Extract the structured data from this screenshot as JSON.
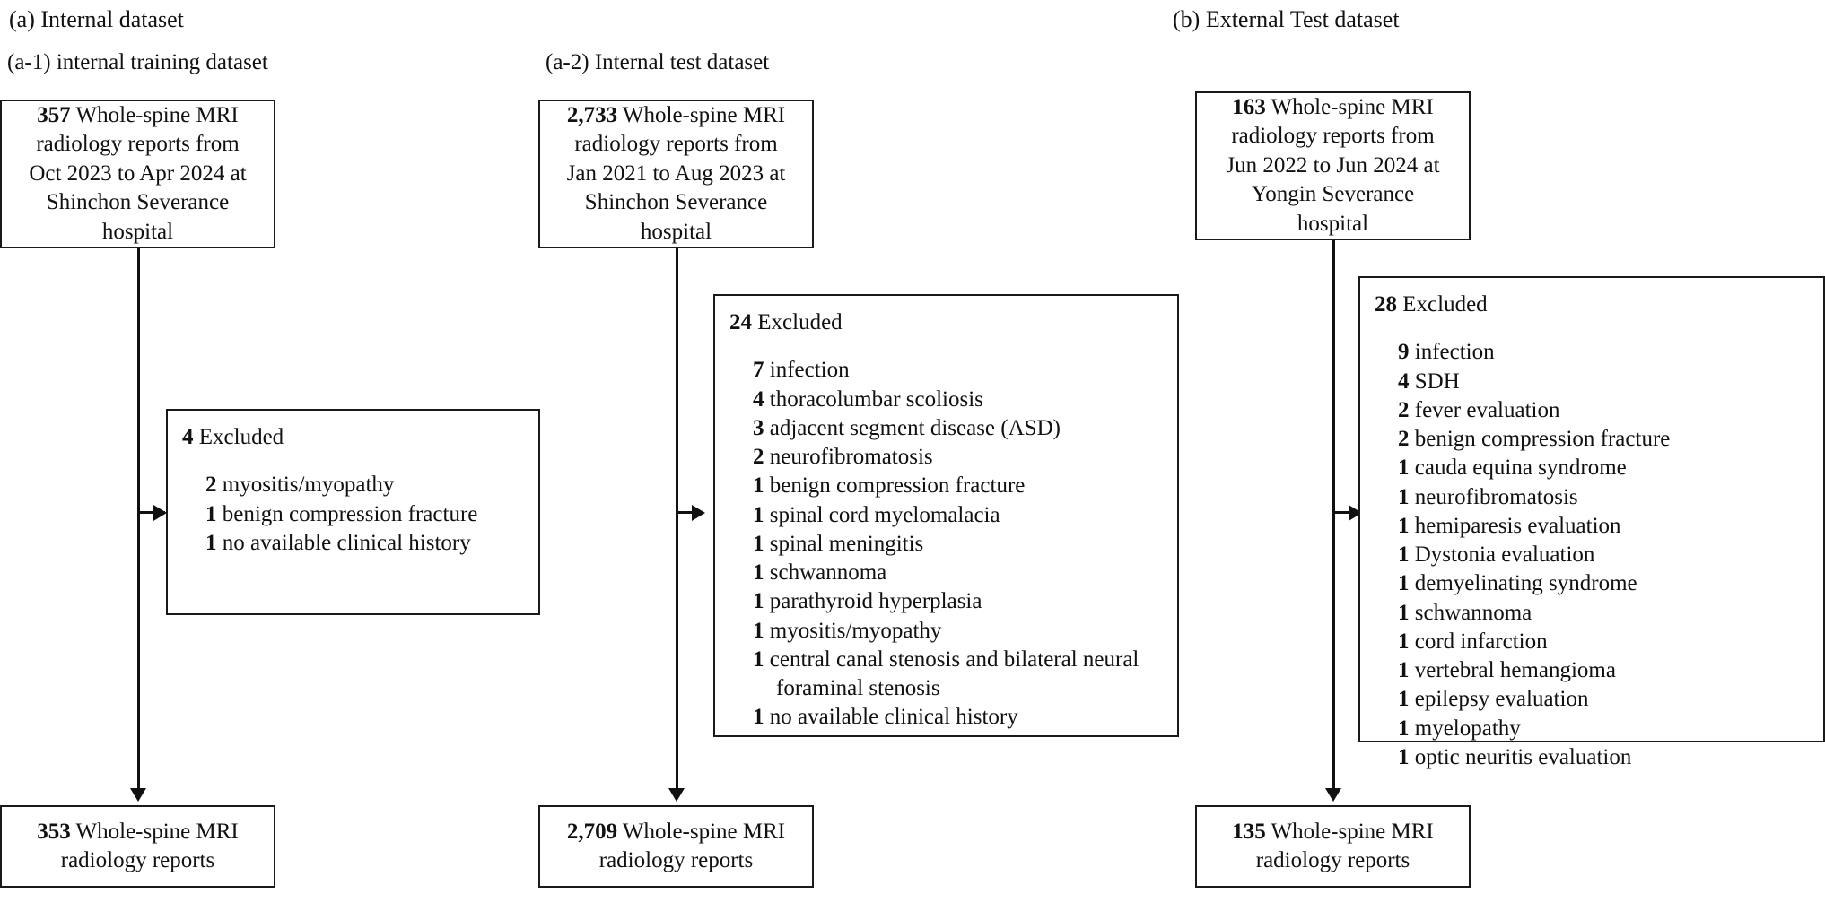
{
  "figure": {
    "type": "study-flow-diagram",
    "panels": [
      {
        "id": "a",
        "caption": "(a) Internal dataset",
        "columns": [
          {
            "id": "a-1",
            "caption": "(a-1) internal training dataset",
            "source_box": {
              "count": "357",
              "text": "Whole-spine MRI radiology reports from Oct 2023 to Apr 2024 at Shinchon Severance hospital",
              "lines": [
                "357 Whole-spine MRI",
                "radiology reports from",
                "Oct 2023 to Apr 2024 at",
                "Shinchon Severance",
                "hospital"
              ]
            },
            "excluded_box": {
              "count": "4",
              "title_label": "Excluded",
              "items": [
                {
                  "n": "2",
                  "reason": "myositis/myopathy"
                },
                {
                  "n": "1",
                  "reason": "benign compression fracture"
                },
                {
                  "n": "1",
                  "reason": "no available clinical history"
                }
              ]
            },
            "final_box": {
              "count": "353",
              "lines": [
                "353 Whole-spine MRI",
                "radiology reports"
              ]
            }
          },
          {
            "id": "a-2",
            "caption": "(a-2) Internal test dataset",
            "source_box": {
              "count": "2,733",
              "text": "Whole-spine MRI radiology reports from Jan 2021 to Aug 2023 at Shinchon Severance hospital",
              "lines": [
                "2,733 Whole-spine MRI",
                "radiology reports from",
                "Jan 2021 to Aug 2023 at",
                "Shinchon Severance",
                "hospital"
              ]
            },
            "excluded_box": {
              "count": "24",
              "title_label": "Excluded",
              "items": [
                {
                  "n": "7",
                  "reason": "infection"
                },
                {
                  "n": "4",
                  "reason": "thoracolumbar scoliosis"
                },
                {
                  "n": "3",
                  "reason": "adjacent segment disease (ASD)"
                },
                {
                  "n": "2",
                  "reason": "neurofibromatosis"
                },
                {
                  "n": "1",
                  "reason": "benign compression fracture"
                },
                {
                  "n": "1",
                  "reason": "spinal cord myelomalacia"
                },
                {
                  "n": "1",
                  "reason": "spinal meningitis"
                },
                {
                  "n": "1",
                  "reason": "schwannoma"
                },
                {
                  "n": "1",
                  "reason": "parathyroid hyperplasia"
                },
                {
                  "n": "1",
                  "reason": "myositis/myopathy"
                },
                {
                  "n": "1",
                  "reason": "central canal stenosis and bilateral neural foraminal stenosis"
                },
                {
                  "n": "1",
                  "reason": "no available clinical history"
                }
              ]
            },
            "final_box": {
              "count": "2,709",
              "lines": [
                "2,709 Whole-spine MRI",
                "radiology reports"
              ]
            }
          }
        ]
      },
      {
        "id": "b",
        "caption": "(b) External Test dataset",
        "columns": [
          {
            "id": "b-1",
            "caption": "",
            "source_box": {
              "count": "163",
              "text": "Whole-spine MRI radiology reports from Jun 2022 to Jun 2024 at Yongin Severance hospital",
              "lines": [
                "163 Whole-spine MRI",
                "radiology reports from",
                "Jun 2022 to Jun 2024 at",
                "Yongin Severance",
                "hospital"
              ]
            },
            "excluded_box": {
              "count": "28",
              "title_label": "Excluded",
              "items": [
                {
                  "n": "9",
                  "reason": "infection"
                },
                {
                  "n": "4",
                  "reason": "SDH"
                },
                {
                  "n": "2",
                  "reason": "fever evaluation"
                },
                {
                  "n": "2",
                  "reason": "benign compression fracture"
                },
                {
                  "n": "1",
                  "reason": "cauda equina syndrome"
                },
                {
                  "n": "1",
                  "reason": "neurofibromatosis"
                },
                {
                  "n": "1",
                  "reason": "hemiparesis evaluation"
                },
                {
                  "n": "1",
                  "reason": "Dystonia evaluation"
                },
                {
                  "n": "1",
                  "reason": "demyelinating syndrome"
                },
                {
                  "n": "1",
                  "reason": "schwannoma"
                },
                {
                  "n": "1",
                  "reason": "cord infarction"
                },
                {
                  "n": "1",
                  "reason": "vertebral hemangioma"
                },
                {
                  "n": "1",
                  "reason": "epilepsy evaluation"
                },
                {
                  "n": "1",
                  "reason": "myelopathy"
                },
                {
                  "n": "1",
                  "reason": "optic neuritis evaluation"
                }
              ]
            },
            "final_box": {
              "count": "135",
              "lines": [
                "135 Whole-spine MRI",
                "radiology reports"
              ]
            }
          }
        ]
      }
    ],
    "colors": {
      "line": "#111111",
      "box_border": "#1a1a1a",
      "background": "#ffffff",
      "text": "#111111"
    }
  }
}
